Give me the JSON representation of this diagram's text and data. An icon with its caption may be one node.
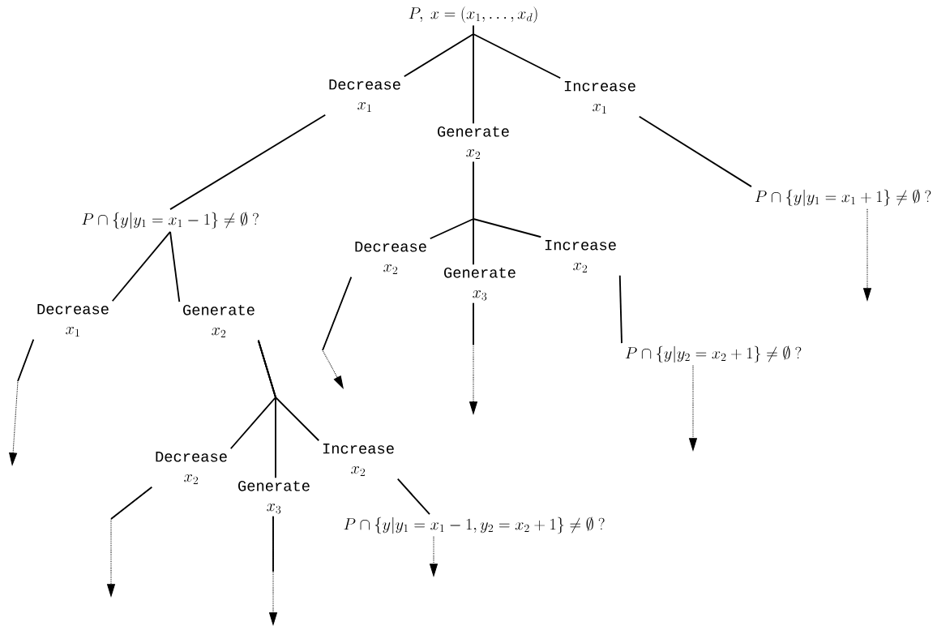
{
  "diagram": {
    "nodes": [
      {
        "text": [
          "P,\\ x=(x_1,\\ldots,x_d)"
        ]
      },
      {
        "text": [
          "Decrease",
          "x_1"
        ]
      },
      {
        "text": [
          "Generate",
          "x_2"
        ]
      },
      {
        "text": [
          "Increase",
          "x_1"
        ]
      },
      {
        "text": [
          "P\\cap\\{y|y_1=x_1-1\\}\\neq\\emptyset\\ ?"
        ]
      },
      {
        "text": [
          "Decrease",
          "x_2"
        ]
      },
      {
        "text": [
          "Generate",
          "x_3"
        ]
      },
      {
        "text": [
          "Increase",
          "x_2"
        ]
      },
      {
        "text": [
          "P\\cap\\{y|y_1=x_1+1\\}\\neq\\emptyset\\ ?"
        ]
      },
      {
        "text": [
          "Decrease",
          "x_1"
        ]
      },
      {
        "text": [
          "Generate",
          "x_2"
        ]
      },
      {
        "text": [
          "P\\cap\\{y|y_2=x_2+1\\}\\neq\\emptyset\\ ?"
        ]
      },
      {
        "text": [
          "Decrease",
          "x_2"
        ]
      },
      {
        "text": [
          "Generate",
          "x_3"
        ]
      },
      {
        "text": [
          "Increase",
          "x_2"
        ]
      },
      {
        "text": [
          "P\\cap\\{y|y_1=x_1-1,y_2=x_2+1\\}\\neq\\emptyset\\ ?"
        ]
      }
    ],
    "edges": [
      {
        "from": 0,
        "to": 1,
        "arrow": "none"
      },
      {
        "from": 0,
        "to": 2,
        "arrow": "none"
      },
      {
        "from": 0,
        "to": 3,
        "arrow": "none"
      },
      {
        "from": 1,
        "to": 4,
        "arrow": "none"
      },
      {
        "from": 3,
        "to": 8,
        "arrow": "none"
      },
      {
        "from": 2,
        "to": 5,
        "arrow": "none"
      },
      {
        "from": 2,
        "to": 6,
        "arrow": "none"
      },
      {
        "from": 2,
        "to": 7,
        "arrow": "none"
      },
      {
        "from": 4,
        "to": 9,
        "arrow": "none"
      },
      {
        "from": 4,
        "to": 10,
        "arrow": "none"
      },
      {
        "from": 7,
        "to": 11,
        "arrow": "none"
      },
      {
        "from": 10,
        "to": 12,
        "arrow": "none"
      },
      {
        "from": 10,
        "to": 13,
        "arrow": "none"
      },
      {
        "from": 10,
        "to": 14,
        "arrow": "none"
      },
      {
        "from": 14,
        "to": 15,
        "arrow": "none"
      },
      {
        "from": 9,
        "to": null,
        "arrow": "to",
        "style": "dashed"
      },
      {
        "from": 5,
        "to": null,
        "arrow": "to",
        "style": "dashed"
      },
      {
        "from": 6,
        "to": null,
        "arrow": "to",
        "style": "dashed"
      },
      {
        "from": 8,
        "to": null,
        "arrow": "to",
        "style": "dashed"
      },
      {
        "from": 11,
        "to": null,
        "arrow": "to",
        "style": "dashed"
      },
      {
        "from": 12,
        "to": null,
        "arrow": "to",
        "style": "dashed"
      },
      {
        "from": 13,
        "to": null,
        "arrow": "to",
        "style": "dashed"
      },
      {
        "from": 15,
        "to": null,
        "arrow": "to",
        "style": "dashed"
      }
    ]
  }
}
